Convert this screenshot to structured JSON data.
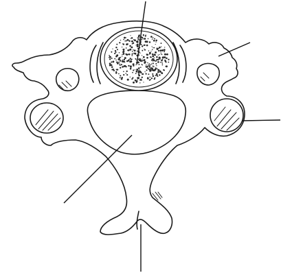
{
  "diagram": {
    "subject": "cervical-vertebra-superior-view",
    "style": "unlabeled line drawing with leader lines",
    "ink_color": "#1a1a1a",
    "background_color": "#ffffff",
    "leader_lines": [
      {
        "id": "vertebral-body-leader"
      },
      {
        "id": "transverse-foramen-leader"
      },
      {
        "id": "articular-process-leader"
      },
      {
        "id": "vertebral-foramen-leader"
      },
      {
        "id": "spinous-process-leader"
      }
    ]
  }
}
